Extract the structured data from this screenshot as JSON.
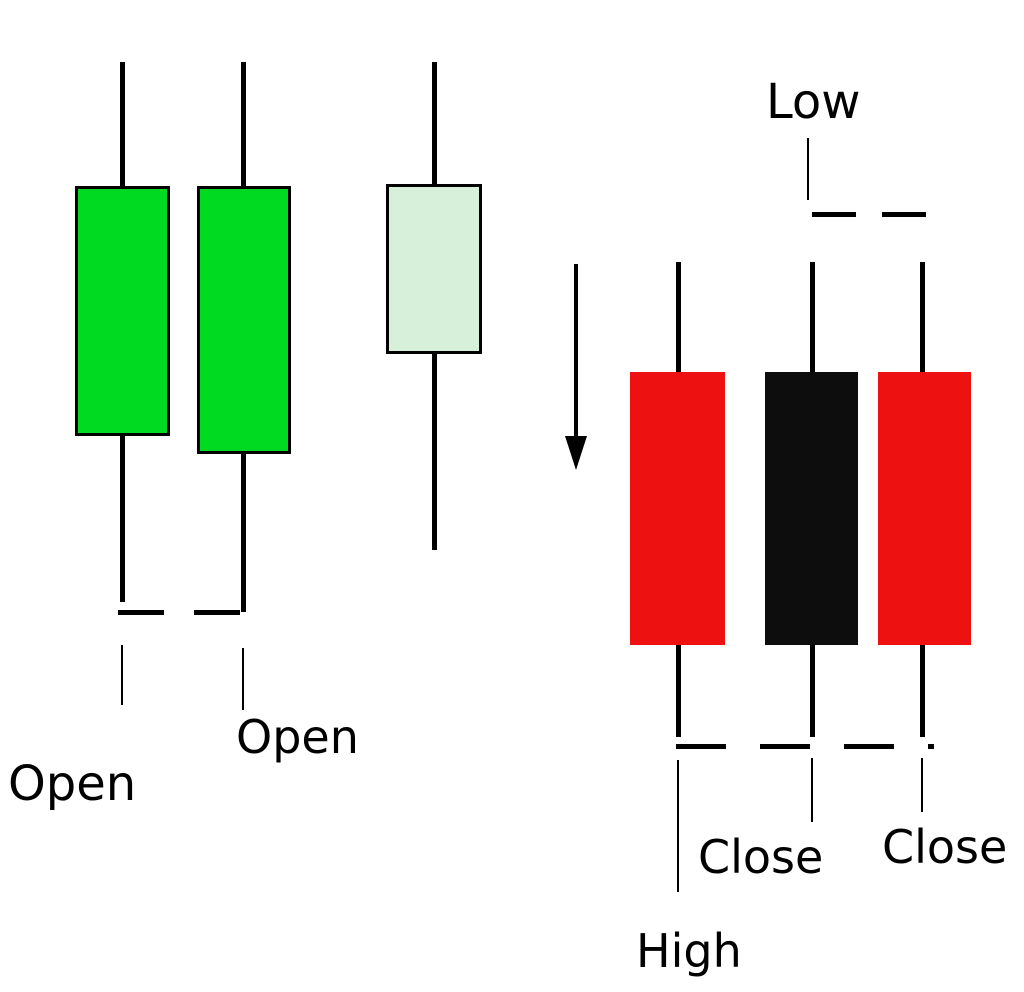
{
  "labels": {
    "open_left": "Open",
    "open_middle": "Open",
    "low": "Low",
    "high": "High",
    "close_middle": "Close",
    "close_right": "Close"
  },
  "colors": {
    "bullish_green": "#00da20",
    "bullish_pale_green": "#d7f0da",
    "bearish_red": "#ee1111",
    "bearish_black": "#0d0d0d",
    "line_black": "#000000",
    "background": "#ffffff"
  },
  "icons": {
    "down_arrow": "↓"
  }
}
